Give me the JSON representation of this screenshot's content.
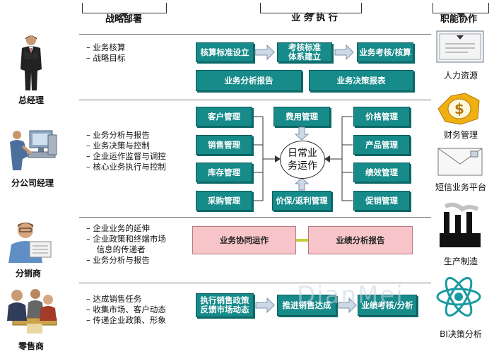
{
  "headers": {
    "strategy": "战略部署",
    "execution": "业 务 执 行",
    "collab": "职能协作"
  },
  "roles": [
    {
      "label": "总经理",
      "icon": "businessman-icon"
    },
    {
      "label": "分公司经理",
      "icon": "computer-worker-icon"
    },
    {
      "label": "分销商",
      "icon": "reading-man-icon"
    },
    {
      "label": "零售商",
      "icon": "meeting-group-icon"
    }
  ],
  "bullets": {
    "row1": [
      "–  业务核算",
      "–  战略目标"
    ],
    "row2": [
      "–  业务分析与报告",
      "–  业务决策与控制",
      "–  企业运作监督与调控",
      "–  核心业务执行与控制"
    ],
    "row3": [
      "–  企业业务的延伸",
      "–  企业政策和终端市场",
      "    信息的传递者",
      "–  业务分析与报告"
    ],
    "row4": [
      "–  达成销售任务",
      "–  收集市场、客户动态",
      "–  传递企业政策、形象"
    ]
  },
  "row1": {
    "b1": "核算标准设立",
    "b2a": "考核标准",
    "b2b": "体系建立",
    "b3": "业务考核/核算",
    "b4": "业务分析报告",
    "b5": "业务决策报表"
  },
  "row2": {
    "left": [
      "客户管理",
      "销售管理",
      "库存管理",
      "采购管理"
    ],
    "top": "费用管理",
    "bottom": "价保/返利管理",
    "right": [
      "价格管理",
      "产品管理",
      "绩效管理",
      "促销管理"
    ],
    "center_a": "日常业",
    "center_b": "务运作"
  },
  "row3": {
    "left": "业务协同运作",
    "right": "业绩分析报告"
  },
  "row4": {
    "b1a": "执行销售政策",
    "b1b": "反馈市场动态",
    "b2": "推进销售达成",
    "b3": "业绩考核/分析"
  },
  "functions": [
    {
      "label": "人力资源",
      "icon": "certificate-icon"
    },
    {
      "label": "财务管理",
      "icon": "dollar-coin-icon"
    },
    {
      "label": "短信业务平台",
      "icon": "envelope-icon"
    },
    {
      "label": "生产制造",
      "icon": "factory-icon"
    },
    {
      "label": "BI决策分析",
      "icon": "atom-icon"
    }
  ],
  "watermark": "DianMei"
}
